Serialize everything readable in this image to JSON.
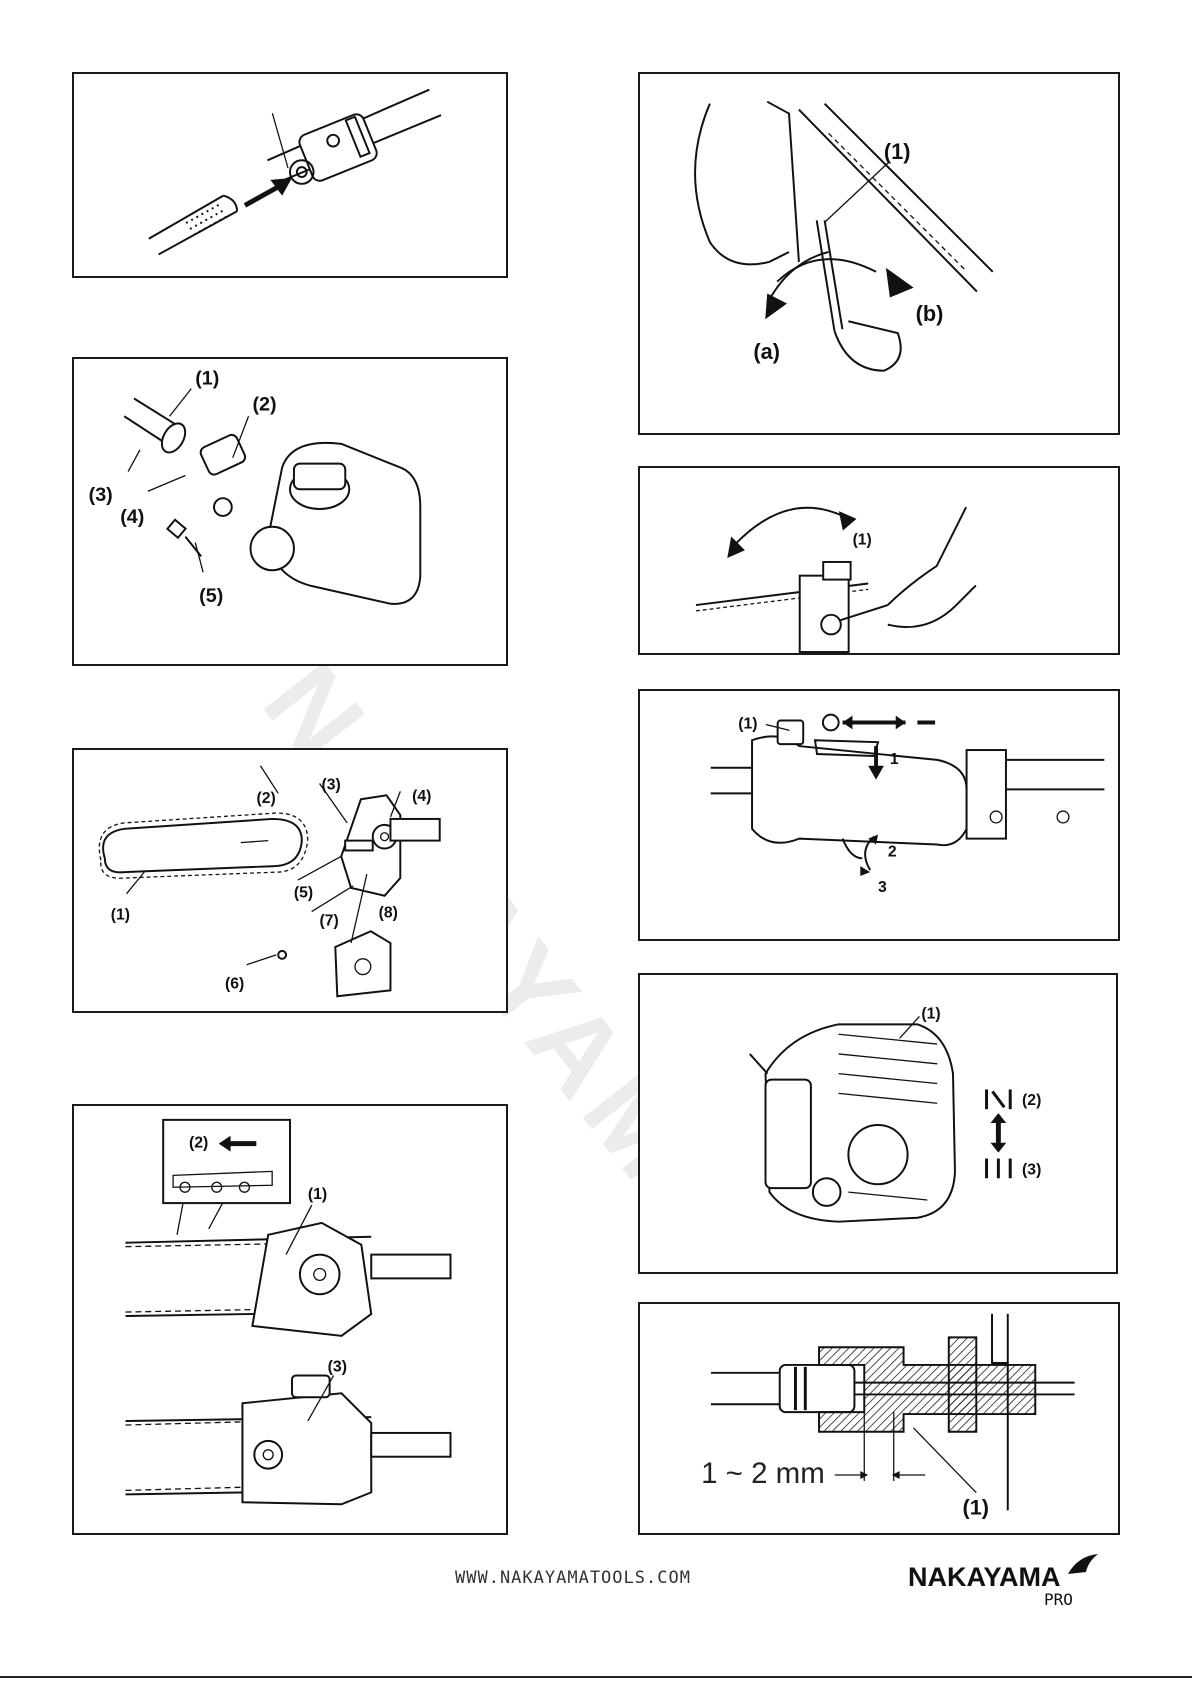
{
  "figures": {
    "shaft_insert": {
      "labels": []
    },
    "shaft_assembly": {
      "labels": [
        "(1)",
        "(2)",
        "(3)",
        "(4)",
        "(5)"
      ]
    },
    "chain_parts": {
      "labels": [
        "(1)",
        "(2)",
        "(3)",
        "(4)",
        "(5)",
        "(6)",
        "(7)",
        "(8)"
      ]
    },
    "chain_install": {
      "labels": [
        "(2)",
        "(1)",
        "(3)"
      ]
    },
    "chain_tension": {
      "labels": [
        "(1)",
        "(a)",
        "(b)"
      ]
    },
    "bar_nut": {
      "labels": [
        "(1)"
      ]
    },
    "switch_throttle": {
      "labels": [
        "(1)",
        "1",
        "2",
        "3"
      ],
      "switch_symbols": [
        "O",
        "—"
      ]
    },
    "choke": {
      "labels": [
        "(1)",
        "(2)",
        "(3)"
      ]
    },
    "cable_adjust": {
      "labels": [
        "1 ~ 2 mm",
        "(1)"
      ]
    }
  },
  "footer": {
    "url": "WWW.NAKAYAMATOOLS.COM",
    "brand": "NAKAYAMA",
    "brand_sub": "PRO"
  }
}
